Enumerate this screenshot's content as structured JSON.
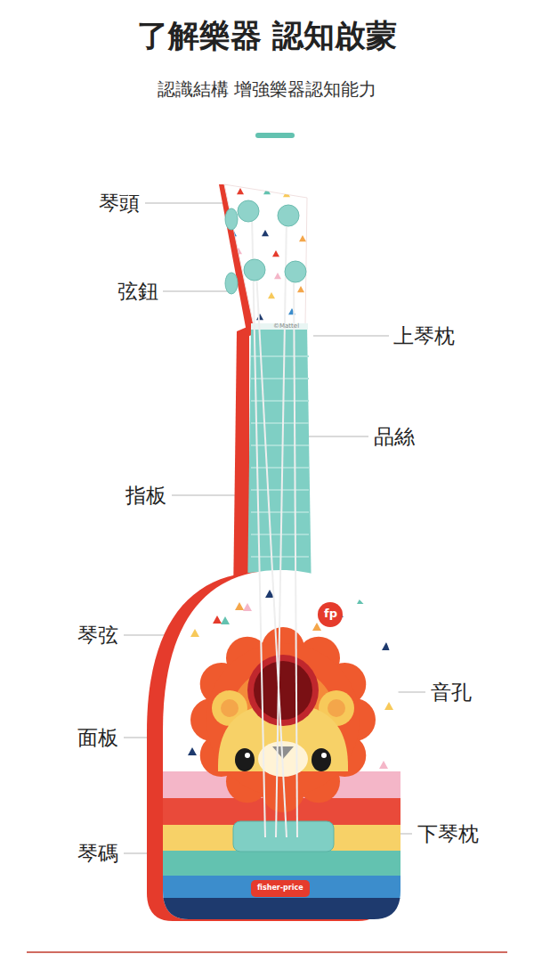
{
  "diagram": {
    "title": "了解樂器  認知啟蒙",
    "labels": [
      "認識結構  增強樂器認知能力",
      "琴頭",
      "弦鈕",
      "上琴枕",
      "品絲",
      "指板",
      "琴弦",
      "音孔",
      "面板",
      "琴碼",
      "下琴枕",
      "©Mattel",
      "fp",
      "fisher-price"
    ]
  }
}
